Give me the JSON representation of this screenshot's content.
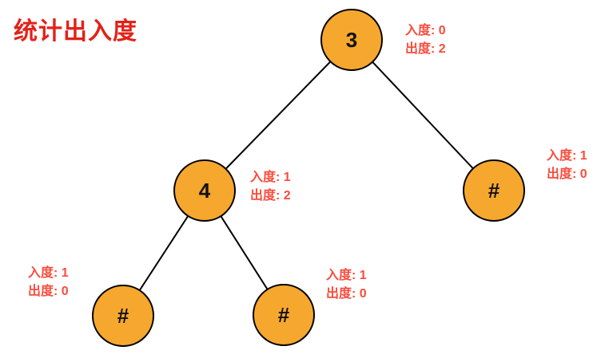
{
  "title": "统计出入度",
  "colors": {
    "title_red": "#e32119",
    "annotation_red": "#f94c3c",
    "node_fill": "#f6a72e",
    "node_border": "#000000",
    "edge": "#000000"
  },
  "diagram": {
    "type": "binary-tree",
    "nodes": [
      {
        "id": "root",
        "label": "3",
        "in_degree": 0,
        "out_degree": 2,
        "annotation": [
          "入度: 0",
          "出度: 2"
        ]
      },
      {
        "id": "root-left",
        "label": "4",
        "in_degree": 1,
        "out_degree": 2,
        "annotation": [
          "入度: 1",
          "出度: 2"
        ]
      },
      {
        "id": "root-right",
        "label": "#",
        "in_degree": 1,
        "out_degree": 0,
        "annotation": [
          "入度: 1",
          "出度: 0"
        ]
      },
      {
        "id": "left-left",
        "label": "#",
        "in_degree": 1,
        "out_degree": 0,
        "annotation": [
          "入度: 1",
          "出度: 0"
        ]
      },
      {
        "id": "left-right",
        "label": "#",
        "in_degree": 1,
        "out_degree": 0,
        "annotation": [
          "入度: 1",
          "出度: 0"
        ]
      }
    ],
    "edges": [
      {
        "from": "root",
        "to": "root-left"
      },
      {
        "from": "root",
        "to": "root-right"
      },
      {
        "from": "root-left",
        "to": "left-left"
      },
      {
        "from": "root-left",
        "to": "left-right"
      }
    ]
  }
}
